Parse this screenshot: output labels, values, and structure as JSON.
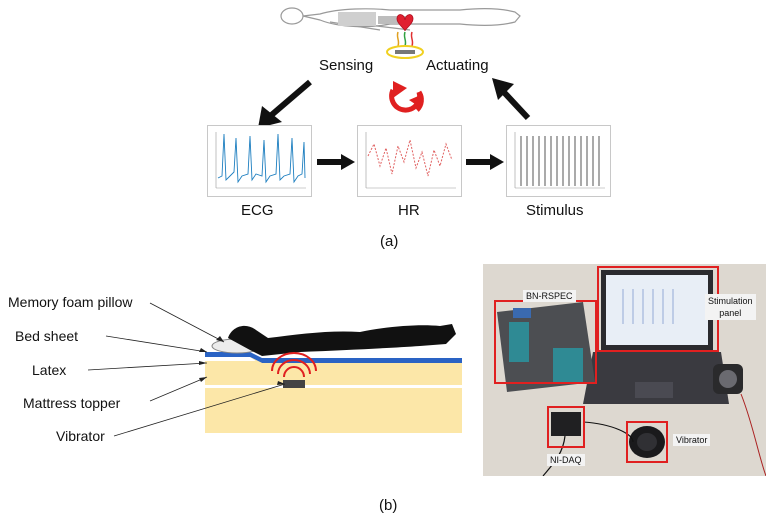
{
  "part_a": {
    "sensing": "Sensing",
    "actuating": "Actuating",
    "panels": [
      {
        "name": "ECG"
      },
      {
        "name": "HR"
      },
      {
        "name": "Stimulus"
      }
    ],
    "caption": "(a)",
    "colors": {
      "loop_arrow": "#e02020",
      "ecg": "#1e7fc0",
      "hr": "#e06060",
      "stimulus": "#555555",
      "heart": "#e02030"
    }
  },
  "part_b": {
    "labels": [
      "Memory foam pillow",
      "Bed sheet",
      "Latex",
      "Mattress topper",
      "Vibrator"
    ],
    "photo_labels": {
      "rspec": "BN-RSPEC",
      "stim_line1": "Stimulation",
      "stim_line2": "panel",
      "daq": "NI-DAQ",
      "vibrator": "Vibrator"
    },
    "caption": "(b)",
    "colors": {
      "mattress": "#fce7a8",
      "sheet": "#2a63c4",
      "signal": "#e02020",
      "body": "#111111"
    }
  }
}
